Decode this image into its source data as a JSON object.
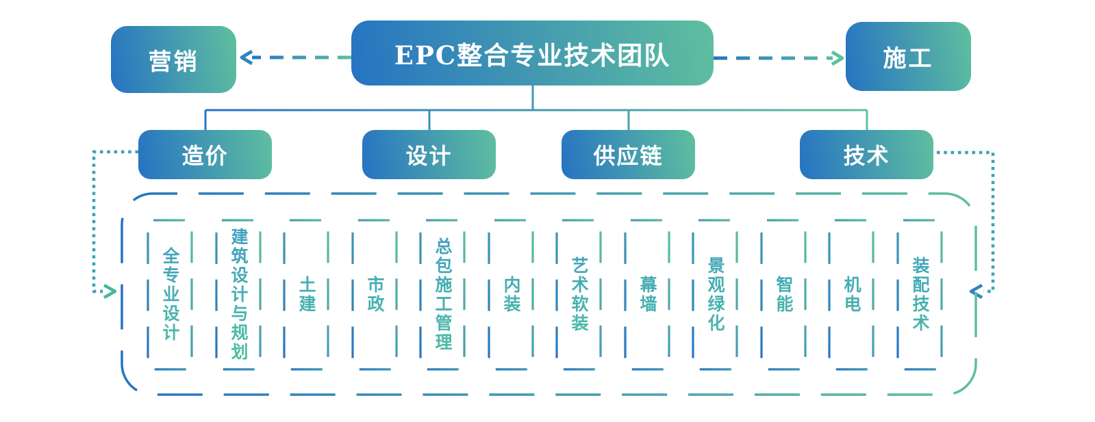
{
  "palette": {
    "blue": "#2673c2",
    "green": "#5fbf9f",
    "dot_teal": "#3aa2b6",
    "arrow_left_head": "#2f86b8",
    "loop_left_head": "#46b7a2",
    "item_text_top": "#3f9dc2",
    "item_text_bottom": "#4ec0a0"
  },
  "root": {
    "label": "EPC整合专业技术团队"
  },
  "side_nodes": {
    "marketing": {
      "label": "营销"
    },
    "construction": {
      "label": "施工"
    }
  },
  "branches": [
    {
      "label": "造价"
    },
    {
      "label": "设计"
    },
    {
      "label": "供应链"
    },
    {
      "label": "技术"
    }
  ],
  "specialties": [
    {
      "label": "全专业设计"
    },
    {
      "label": "建筑设计与规划"
    },
    {
      "label": "土建"
    },
    {
      "label": "市政"
    },
    {
      "label": "总包施工管理"
    },
    {
      "label": "内装"
    },
    {
      "label": "艺术软装"
    },
    {
      "label": "幕墙"
    },
    {
      "label": "景观绿化"
    },
    {
      "label": "智能"
    },
    {
      "label": "机电"
    },
    {
      "label": "装配技术"
    }
  ]
}
